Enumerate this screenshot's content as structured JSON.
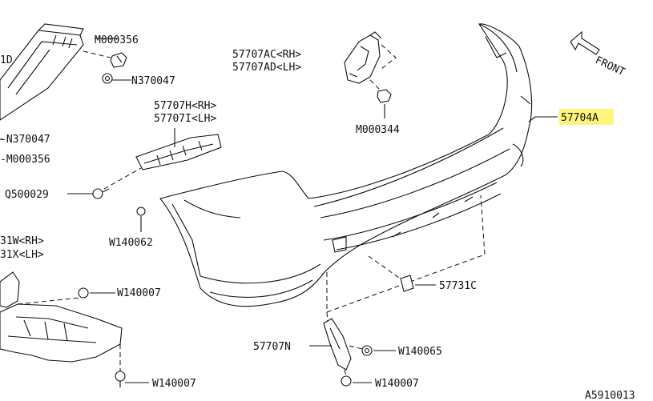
{
  "labels": {
    "m000356_top": "M000356",
    "n370047_top": "N370047",
    "left_cut_1": "1D",
    "bracket_ac_rh": "57707AC<RH>",
    "bracket_ad_lh": "57707AD<LH>",
    "m000344": "M000344",
    "bracket_h_rh": "57707H<RH>",
    "bracket_i_lh": "57707I<LH>",
    "n370047_left": "-N370047",
    "m000356_left": "-M000356",
    "q500029": "Q500029",
    "w140062": "W140062",
    "w_rh": "31W<RH>",
    "x_lh": "31X<LH>",
    "w140007_mid": "W140007",
    "w140007_bottom_left": "W140007",
    "bumper_cover": "57704A",
    "cap_57731c": "57731C",
    "bracket_57707n": "57707N",
    "w140065": "W140065",
    "w140007_bottom_right": "W140007",
    "front": "FRONT",
    "diagram_id": "A5910013"
  },
  "colors": {
    "highlight": "#fff57a",
    "ink": "#111111"
  },
  "icons": {
    "front_arrow": "front-arrow-icon"
  }
}
